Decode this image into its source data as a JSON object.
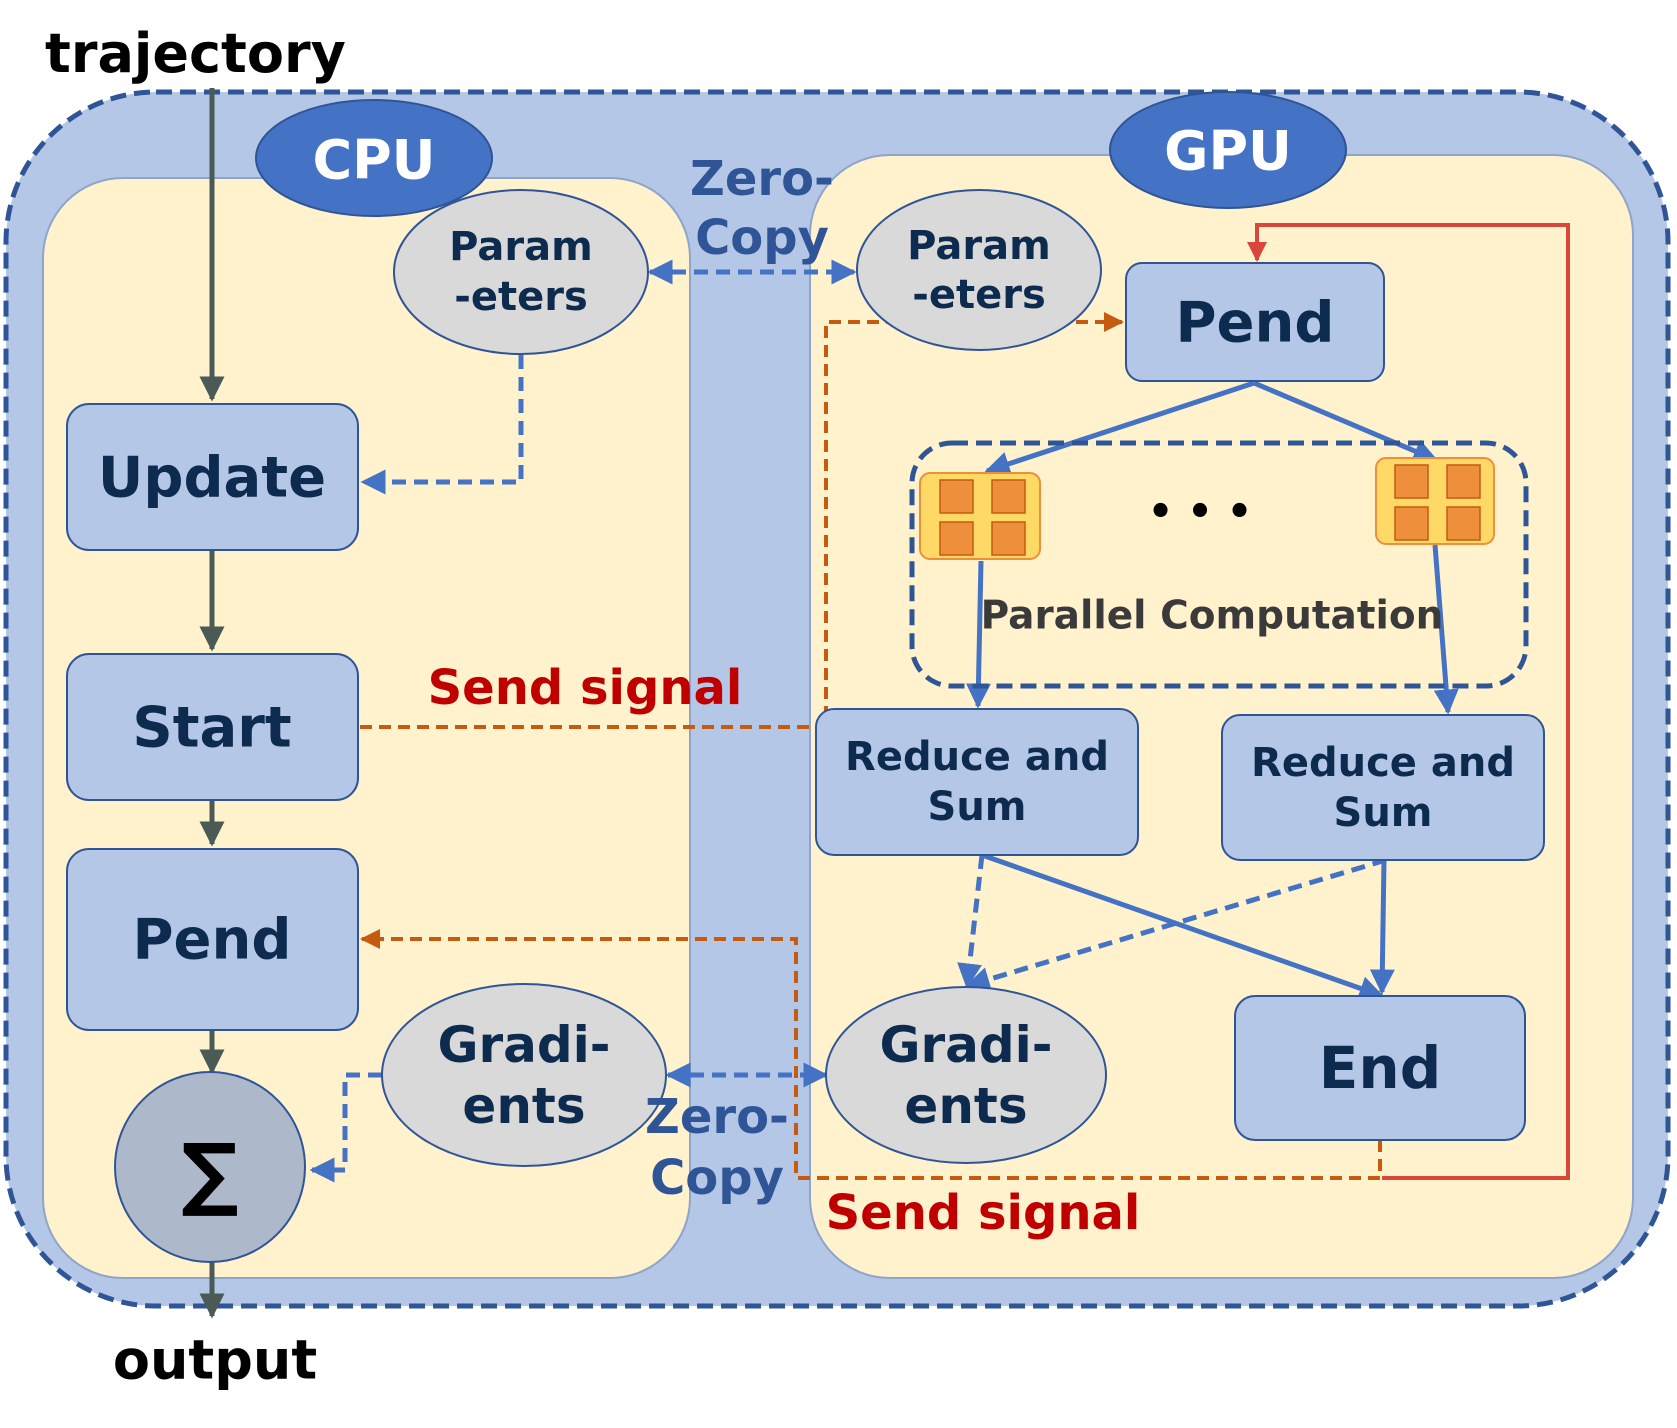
{
  "labels": {
    "input": "trajectory",
    "output": "output",
    "cpu": "CPU",
    "gpu": "GPU",
    "zero_copy_top": [
      "Zero-",
      "Copy"
    ],
    "zero_copy_bottom": [
      "Zero-",
      "Copy"
    ],
    "send_signal_top": "Send signal",
    "send_signal_bottom": "Send signal",
    "parallel": "Parallel Computation",
    "ellipsis": "• • •"
  },
  "cpu_nodes": {
    "params": [
      "Param",
      "-eters"
    ],
    "update": "Update",
    "start": "Start",
    "pend": "Pend",
    "grads": [
      "Gradi-",
      "ents"
    ],
    "sum": "∑"
  },
  "gpu_nodes": {
    "params": [
      "Param",
      "-eters"
    ],
    "pend": "Pend",
    "reduce1": [
      "Reduce and",
      "Sum"
    ],
    "reduce2": [
      "Reduce and",
      "Sum"
    ],
    "grads": [
      "Gradi-",
      "ents"
    ],
    "end": "End"
  },
  "colors": {
    "outer_fill": "#b4c7e7",
    "outer_border": "#2f5597",
    "panel_fill": "#fff2cc",
    "node_fill": "#b4c7e7",
    "node_text": "#0d2b4e",
    "ellipse_fill": "#d9d9d9",
    "tag_fill": "#4472c4",
    "flow_arrow": "#4a5a55",
    "blue_arrow": "#4472c4",
    "signal_orange": "#c55a11",
    "loop_red": "#d9473a",
    "signal_text": "#c00000",
    "zero_copy_text": "#2f5597",
    "chip_outer": "#ffd966",
    "chip_inner": "#ed8f3b"
  }
}
